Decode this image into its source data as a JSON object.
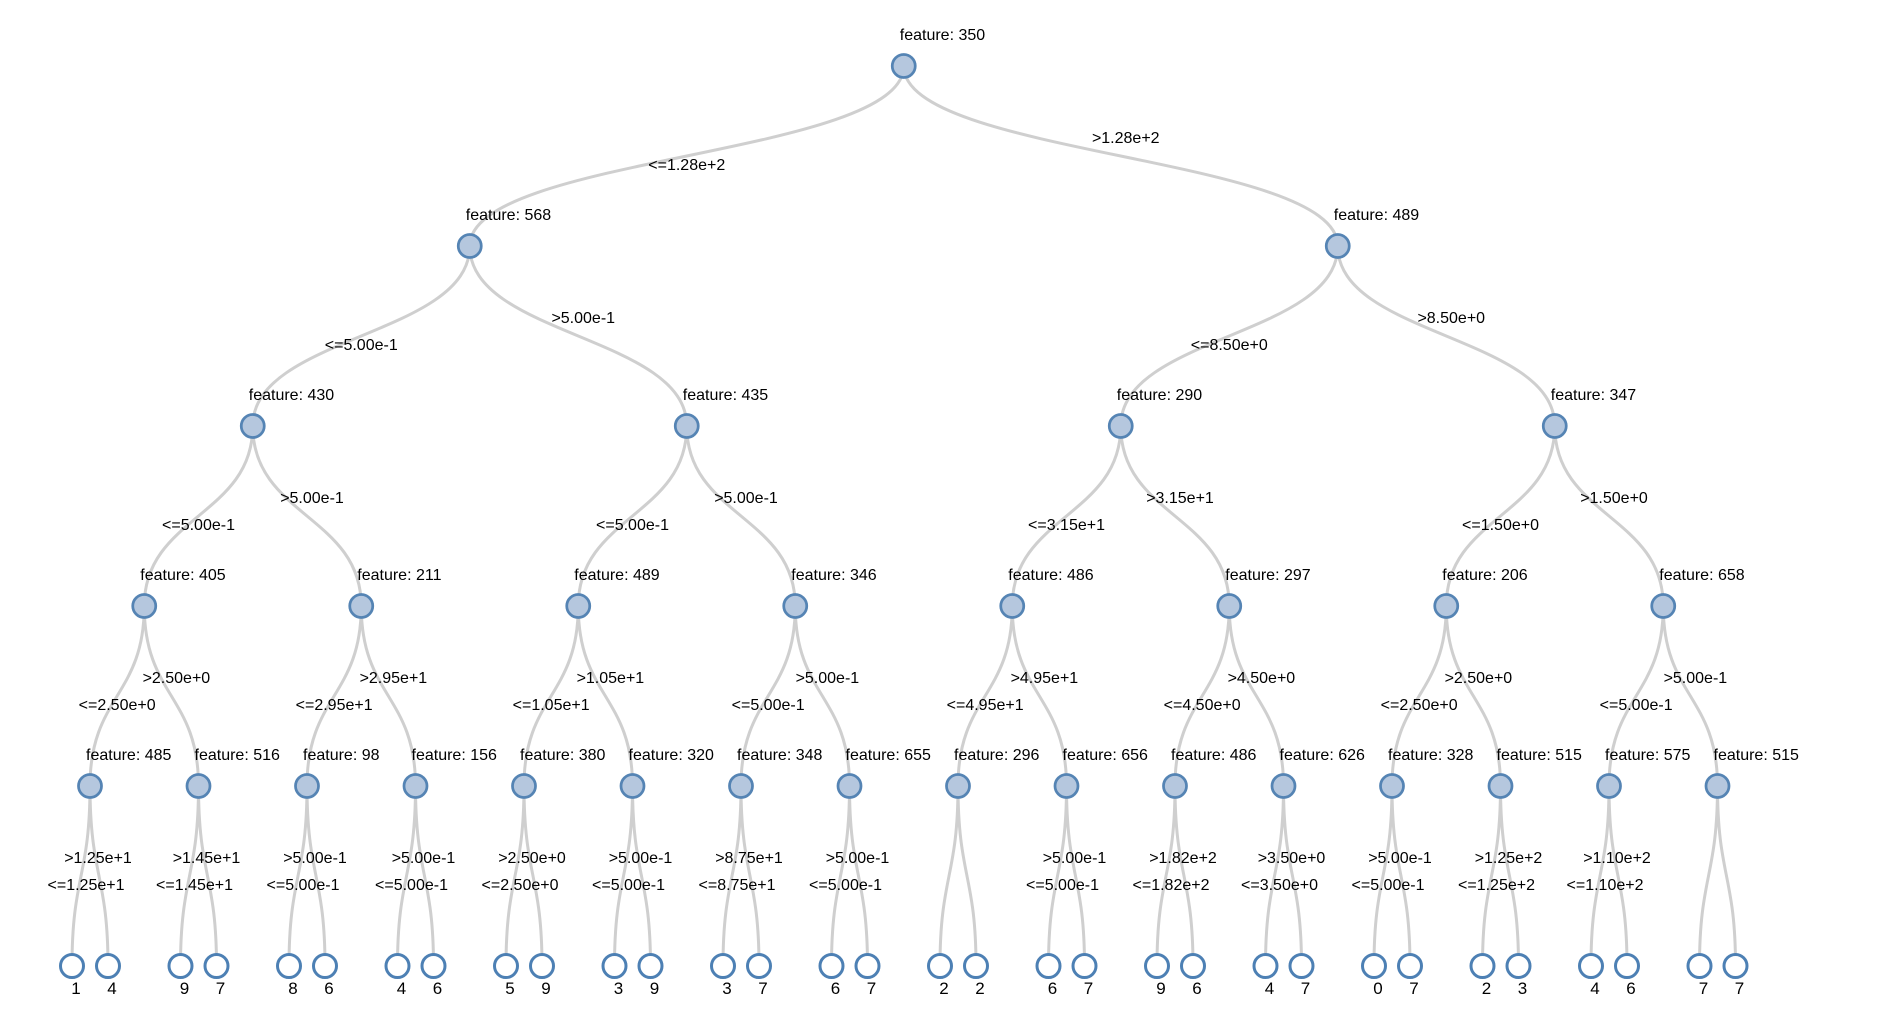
{
  "diagram": {
    "type": "decision-tree",
    "depth_levels": 6,
    "leaf_count": 32
  },
  "style": {
    "background": "#ffffff",
    "edge_color": "#cfcfcf",
    "internal_node_fill": "#b5c7de",
    "internal_node_stroke": "#5584b4",
    "leaf_node_fill": "#ffffff",
    "leaf_node_stroke": "#4d80b4",
    "text_color": "#000000"
  },
  "tree": {
    "label": "feature: 350",
    "conditions": {
      "left": "<=1.28e+2",
      "right": ">1.28e+2"
    },
    "children": [
      {
        "label": "feature: 568",
        "conditions": {
          "left": "<=5.00e-1",
          "right": ">5.00e-1"
        },
        "children": [
          {
            "label": "feature: 430",
            "conditions": {
              "left": "<=5.00e-1",
              "right": ">5.00e-1"
            },
            "children": [
              {
                "label": "feature: 405",
                "conditions": {
                  "left": "<=2.50e+0",
                  "right": ">2.50e+0"
                },
                "children": [
                  {
                    "label": "feature: 485",
                    "conditions": {
                      "left": "<=1.25e+1",
                      "right": ">1.25e+1"
                    },
                    "children": [
                      {
                        "value": "1"
                      },
                      {
                        "value": "4"
                      }
                    ]
                  },
                  {
                    "label": "feature: 516",
                    "conditions": {
                      "left": "<=1.45e+1",
                      "right": ">1.45e+1"
                    },
                    "children": [
                      {
                        "value": "9"
                      },
                      {
                        "value": "7"
                      }
                    ]
                  }
                ]
              },
              {
                "label": "feature: 211",
                "conditions": {
                  "left": "<=2.95e+1",
                  "right": ">2.95e+1"
                },
                "children": [
                  {
                    "label": "feature: 98",
                    "conditions": {
                      "left": "<=5.00e-1",
                      "right": ">5.00e-1"
                    },
                    "children": [
                      {
                        "value": "8"
                      },
                      {
                        "value": "6"
                      }
                    ]
                  },
                  {
                    "label": "feature: 156",
                    "conditions": {
                      "left": "<=5.00e-1",
                      "right": ">5.00e-1"
                    },
                    "children": [
                      {
                        "value": "4"
                      },
                      {
                        "value": "6"
                      }
                    ]
                  }
                ]
              }
            ]
          },
          {
            "label": "feature: 435",
            "conditions": {
              "left": "<=5.00e-1",
              "right": ">5.00e-1"
            },
            "children": [
              {
                "label": "feature: 489",
                "conditions": {
                  "left": "<=1.05e+1",
                  "right": ">1.05e+1"
                },
                "children": [
                  {
                    "label": "feature: 380",
                    "conditions": {
                      "left": "<=2.50e+0",
                      "right": ">2.50e+0"
                    },
                    "children": [
                      {
                        "value": "5"
                      },
                      {
                        "value": "9"
                      }
                    ]
                  },
                  {
                    "label": "feature: 320",
                    "conditions": {
                      "left": "<=5.00e-1",
                      "right": ">5.00e-1"
                    },
                    "children": [
                      {
                        "value": "3"
                      },
                      {
                        "value": "9"
                      }
                    ]
                  }
                ]
              },
              {
                "label": "feature: 346",
                "conditions": {
                  "left": "<=5.00e-1",
                  "right": ">5.00e-1"
                },
                "children": [
                  {
                    "label": "feature: 348",
                    "conditions": {
                      "left": "<=8.75e+1",
                      "right": ">8.75e+1"
                    },
                    "children": [
                      {
                        "value": "3"
                      },
                      {
                        "value": "7"
                      }
                    ]
                  },
                  {
                    "label": "feature: 655",
                    "conditions": {
                      "left": "<=5.00e-1",
                      "right": ">5.00e-1"
                    },
                    "children": [
                      {
                        "value": "6"
                      },
                      {
                        "value": "7"
                      }
                    ]
                  }
                ]
              }
            ]
          }
        ]
      },
      {
        "label": "feature: 489",
        "conditions": {
          "left": "<=8.50e+0",
          "right": ">8.50e+0"
        },
        "children": [
          {
            "label": "feature: 290",
            "conditions": {
              "left": "<=3.15e+1",
              "right": ">3.15e+1"
            },
            "children": [
              {
                "label": "feature: 486",
                "conditions": {
                  "left": "<=4.95e+1",
                  "right": ">4.95e+1"
                },
                "children": [
                  {
                    "label": "feature: 296",
                    "conditions": null,
                    "children": [
                      {
                        "value": "2"
                      },
                      {
                        "value": "2"
                      }
                    ]
                  },
                  {
                    "label": "feature: 656",
                    "conditions": {
                      "left": "<=5.00e-1",
                      "right": ">5.00e-1"
                    },
                    "children": [
                      {
                        "value": "6"
                      },
                      {
                        "value": "7"
                      }
                    ]
                  }
                ]
              },
              {
                "label": "feature: 297",
                "conditions": {
                  "left": "<=4.50e+0",
                  "right": ">4.50e+0"
                },
                "children": [
                  {
                    "label": "feature: 486",
                    "conditions": {
                      "left": "<=1.82e+2",
                      "right": ">1.82e+2"
                    },
                    "children": [
                      {
                        "value": "9"
                      },
                      {
                        "value": "6"
                      }
                    ]
                  },
                  {
                    "label": "feature: 626",
                    "conditions": {
                      "left": "<=3.50e+0",
                      "right": ">3.50e+0"
                    },
                    "children": [
                      {
                        "value": "4"
                      },
                      {
                        "value": "7"
                      }
                    ]
                  }
                ]
              }
            ]
          },
          {
            "label": "feature: 347",
            "conditions": {
              "left": "<=1.50e+0",
              "right": ">1.50e+0"
            },
            "children": [
              {
                "label": "feature: 206",
                "conditions": {
                  "left": "<=2.50e+0",
                  "right": ">2.50e+0"
                },
                "children": [
                  {
                    "label": "feature: 328",
                    "conditions": {
                      "left": "<=5.00e-1",
                      "right": ">5.00e-1"
                    },
                    "children": [
                      {
                        "value": "0"
                      },
                      {
                        "value": "7"
                      }
                    ]
                  },
                  {
                    "label": "feature: 515",
                    "conditions": {
                      "left": "<=1.25e+2",
                      "right": ">1.25e+2"
                    },
                    "children": [
                      {
                        "value": "2"
                      },
                      {
                        "value": "3"
                      }
                    ]
                  }
                ]
              },
              {
                "label": "feature: 658",
                "conditions": {
                  "left": "<=5.00e-1",
                  "right": ">5.00e-1"
                },
                "children": [
                  {
                    "label": "feature: 575",
                    "conditions": {
                      "left": "<=1.10e+2",
                      "right": ">1.10e+2"
                    },
                    "children": [
                      {
                        "value": "4"
                      },
                      {
                        "value": "6"
                      }
                    ]
                  },
                  {
                    "label": "feature: 515",
                    "conditions": null,
                    "children": [
                      {
                        "value": "7"
                      },
                      {
                        "value": "7"
                      }
                    ]
                  }
                ]
              }
            ]
          }
        ]
      }
    ]
  }
}
